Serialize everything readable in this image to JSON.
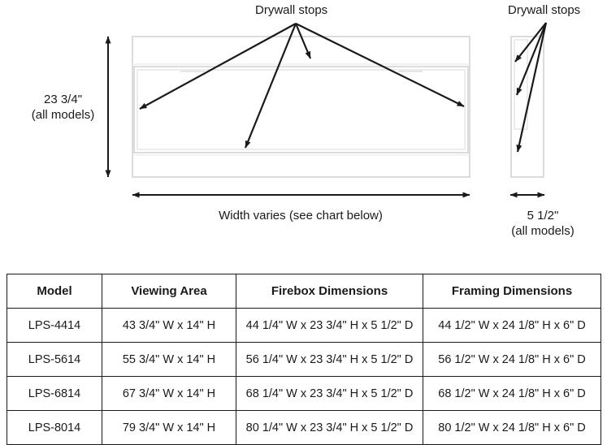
{
  "diagram": {
    "labels": {
      "drywall_stops_left": "Drywall stops",
      "drywall_stops_right": "Drywall stops",
      "height_value": "23 3/4\"",
      "height_note": "(all models)",
      "width_note": "Width varies (see chart below)",
      "depth_value": "5 1/2\"",
      "depth_note": "(all models)"
    },
    "colors": {
      "outline": "#d8d8d8",
      "arrow": "#1a1a1a",
      "text": "#1a1a1a"
    }
  },
  "table": {
    "headers": [
      "Model",
      "Viewing Area",
      "Firebox Dimensions",
      "Framing Dimensions"
    ],
    "rows": [
      {
        "model": "LPS-4414",
        "viewing_area": "43 3/4\" W x 14\" H",
        "firebox": "44 1/4\" W x 23 3/4\" H x 5 1/2\" D",
        "framing": "44 1/2\" W x 24 1/8\" H x 6\" D"
      },
      {
        "model": "LPS-5614",
        "viewing_area": "55 3/4\" W x 14\" H",
        "firebox": "56 1/4\" W x 23 3/4\" H x 5 1/2\" D",
        "framing": "56 1/2\" W x 24 1/8\" H x 6\" D"
      },
      {
        "model": "LPS-6814",
        "viewing_area": "67 3/4\" W x 14\" H",
        "firebox": "68 1/4\" W x 23 3/4\" H x 5 1/2\" D",
        "framing": "68 1/2\" W x 24 1/8\" H x 6\" D"
      },
      {
        "model": "LPS-8014",
        "viewing_area": "79 3/4\" W x 14\" H",
        "firebox": "80 1/4\" W x 23 3/4\" H x 5 1/2\" D",
        "framing": "80 1/2\" W x 24 1/8\" H x 6\" D"
      }
    ]
  }
}
